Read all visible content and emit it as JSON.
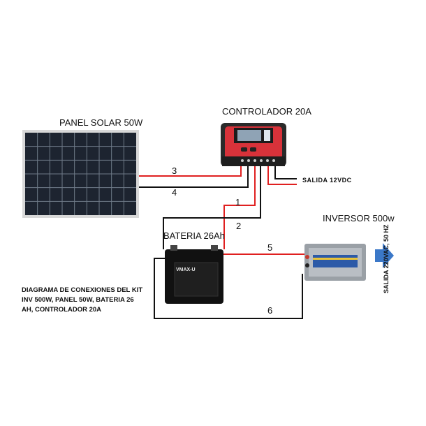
{
  "labels": {
    "panel": "PANEL SOLAR 50W",
    "controller": "CONTROLADOR 20A",
    "battery": "BATERIA 26Ah",
    "inverter": "INVERSOR 500w",
    "dc_output": "SALIDA  12VDC",
    "ac_output": "SALIDA 220VAC, 50 HZ"
  },
  "description_lines": [
    "DIAGRAMA DE CONEXIONES DEL KIT",
    "INV 500W, PANEL 50W, BATERIA 26",
    "AH, CONTROLADOR 20A"
  ],
  "wires": [
    "1",
    "2",
    "3",
    "4",
    "5",
    "6"
  ],
  "battery_brand": "VMAX-U",
  "colors": {
    "positive": "#e02020",
    "negative": "#111111",
    "arrow": "#3b78c8",
    "controller_body": "#d8323a"
  }
}
